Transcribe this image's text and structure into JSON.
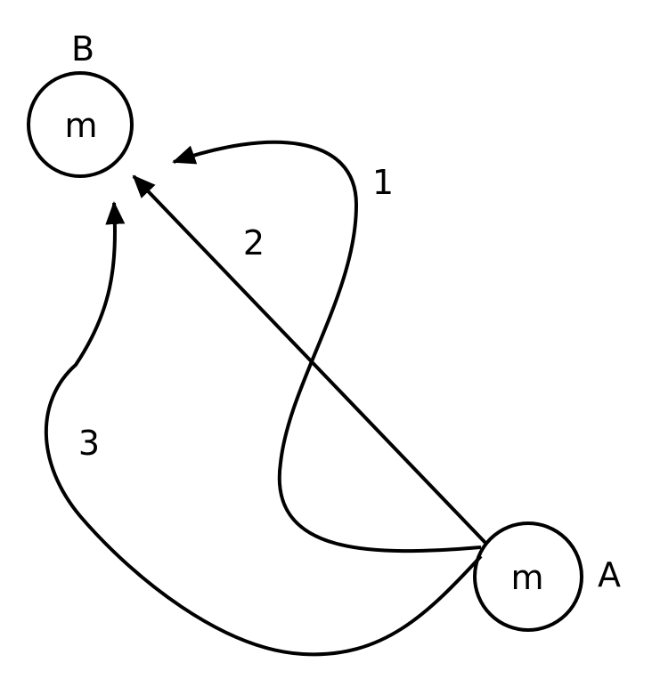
{
  "nodes": {
    "B": {
      "name": "B",
      "mass": "m"
    },
    "A": {
      "name": "A",
      "mass": "m"
    }
  },
  "paths": [
    {
      "label": "1"
    },
    {
      "label": "2"
    },
    {
      "label": "3"
    }
  ],
  "colors": {
    "stroke": "#000000",
    "background": "#ffffff"
  }
}
